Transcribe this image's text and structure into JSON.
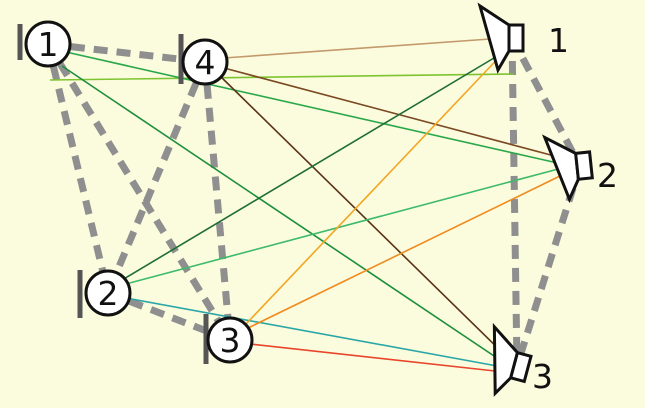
{
  "colors": {
    "background": "#fbfbde",
    "dashed_link": "#8f8f8f",
    "node_stroke": "#111111",
    "node_fill": "#ffffff",
    "bar": "#555555"
  },
  "microphones": [
    {
      "id": "m1",
      "label": "1"
    },
    {
      "id": "m4",
      "label": "4"
    },
    {
      "id": "m2",
      "label": "2"
    },
    {
      "id": "m3",
      "label": "3"
    }
  ],
  "speakers": [
    {
      "id": "s1",
      "label": "1"
    },
    {
      "id": "s2",
      "label": "2"
    },
    {
      "id": "s3",
      "label": "3"
    }
  ],
  "dashed_links": [
    [
      "m1",
      "m4"
    ],
    [
      "m1",
      "m2"
    ],
    [
      "m1",
      "m3"
    ],
    [
      "m4",
      "m2"
    ],
    [
      "m4",
      "m3"
    ],
    [
      "m2",
      "m3"
    ],
    [
      "s1",
      "s2"
    ],
    [
      "s1",
      "s3"
    ],
    [
      "s2",
      "s3"
    ]
  ],
  "paths": [
    {
      "from": "m1",
      "to": "s1",
      "color": "#7ec431"
    },
    {
      "from": "m1",
      "to": "s2",
      "color": "#29a84a"
    },
    {
      "from": "m1",
      "to": "s3",
      "color": "#1e8f3c"
    },
    {
      "from": "m4",
      "to": "s1",
      "color": "#c49a6c"
    },
    {
      "from": "m4",
      "to": "s2",
      "color": "#7a4a22"
    },
    {
      "from": "m4",
      "to": "s3",
      "color": "#5a3316"
    },
    {
      "from": "m2",
      "to": "s1",
      "color": "#1f6e34"
    },
    {
      "from": "m2",
      "to": "s2",
      "color": "#3dbb6a"
    },
    {
      "from": "m2",
      "to": "s3",
      "color": "#2aa6a6"
    },
    {
      "from": "m3",
      "to": "s1",
      "color": "#f2a622"
    },
    {
      "from": "m3",
      "to": "s2",
      "color": "#f08a1c"
    },
    {
      "from": "m3",
      "to": "s3",
      "color": "#e8452b"
    }
  ]
}
